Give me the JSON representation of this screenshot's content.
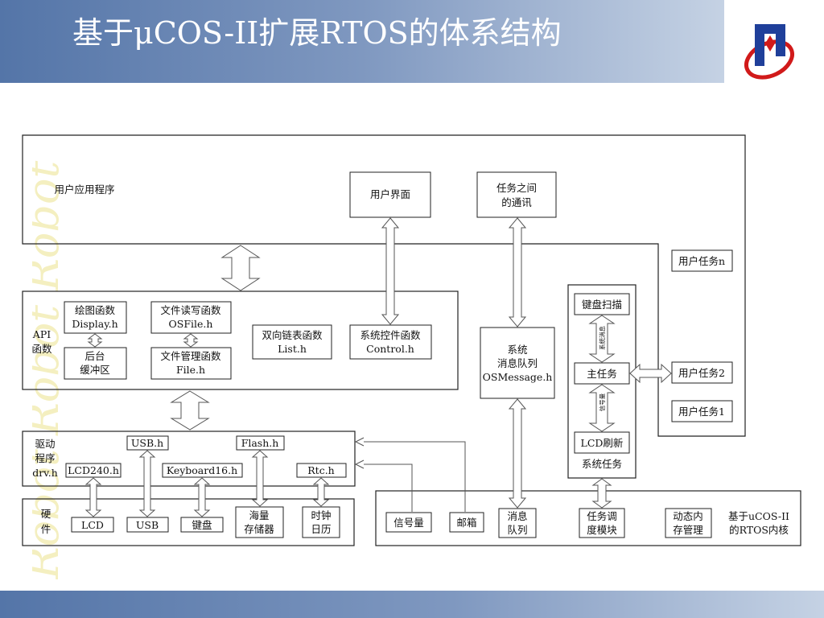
{
  "slide": {
    "title": "基于μCOS-II扩展RTOS的体系结构"
  },
  "watermark": "Robot Robot Robot",
  "diagram": {
    "app_layer": {
      "label": "用户应用程序",
      "ui": "用户界面",
      "ipc_line1": "任务之间",
      "ipc_line2": "的通讯"
    },
    "user_tasks": {
      "task_n": "用户任务n",
      "task_2": "用户任务2",
      "task_1": "用户任务1"
    },
    "api_layer": {
      "label_line1": "API",
      "label_line2": "函数",
      "draw_line1": "绘图函数",
      "draw_line2": "Display.h",
      "buffer_line1": "后台",
      "buffer_line2": "缓冲区",
      "file_rw_line1": "文件读写函数",
      "file_rw_line2": "OSFile.h",
      "file_mgr_line1": "文件管理函数",
      "file_mgr_line2": "File.h",
      "list_line1": "双向链表函数",
      "list_line2": "List.h",
      "control_line1": "系统控件函数",
      "control_line2": "Control.h"
    },
    "msg_queue": {
      "line1": "系统",
      "line2": "消息队列",
      "line3": "OSMessage.h"
    },
    "system_tasks": {
      "keyscan": "键盘扫描",
      "sys_msg": "系统消息",
      "main_task": "主任务",
      "semaphore": "信号量",
      "lcd_refresh": "LCD刷新",
      "label": "系统任务"
    },
    "driver_layer": {
      "label_line1": "驱动",
      "label_line2": "程序",
      "label_line3": "drv.h",
      "usb": "USB.h",
      "flash": "Flash.h",
      "lcd240": "LCD240.h",
      "keyboard": "Keyboard16.h",
      "rtc": "Rtc.h"
    },
    "hw_layer": {
      "label_line1": "硬",
      "label_line2": "件",
      "lcd": "LCD",
      "usb": "USB",
      "keyboard": "键盘",
      "storage_line1": "海量",
      "storage_line2": "存储器",
      "clock_line1": "时钟",
      "clock_line2": "日历"
    },
    "kernel_layer": {
      "semaphore": "信号量",
      "mailbox": "邮箱",
      "queue_line1": "消息",
      "queue_line2": "队列",
      "sched_line1": "任务调",
      "sched_line2": "度模块",
      "mem_line1": "动态内",
      "mem_line2": "存管理",
      "label_line1": "基于uCOS-II",
      "label_line2": "的RTOS内核"
    }
  },
  "colors": {
    "header_start": "#5475a8",
    "header_end": "#c5d2e4",
    "logo_blue": "#1f3f9a",
    "logo_red": "#d11a1a"
  }
}
